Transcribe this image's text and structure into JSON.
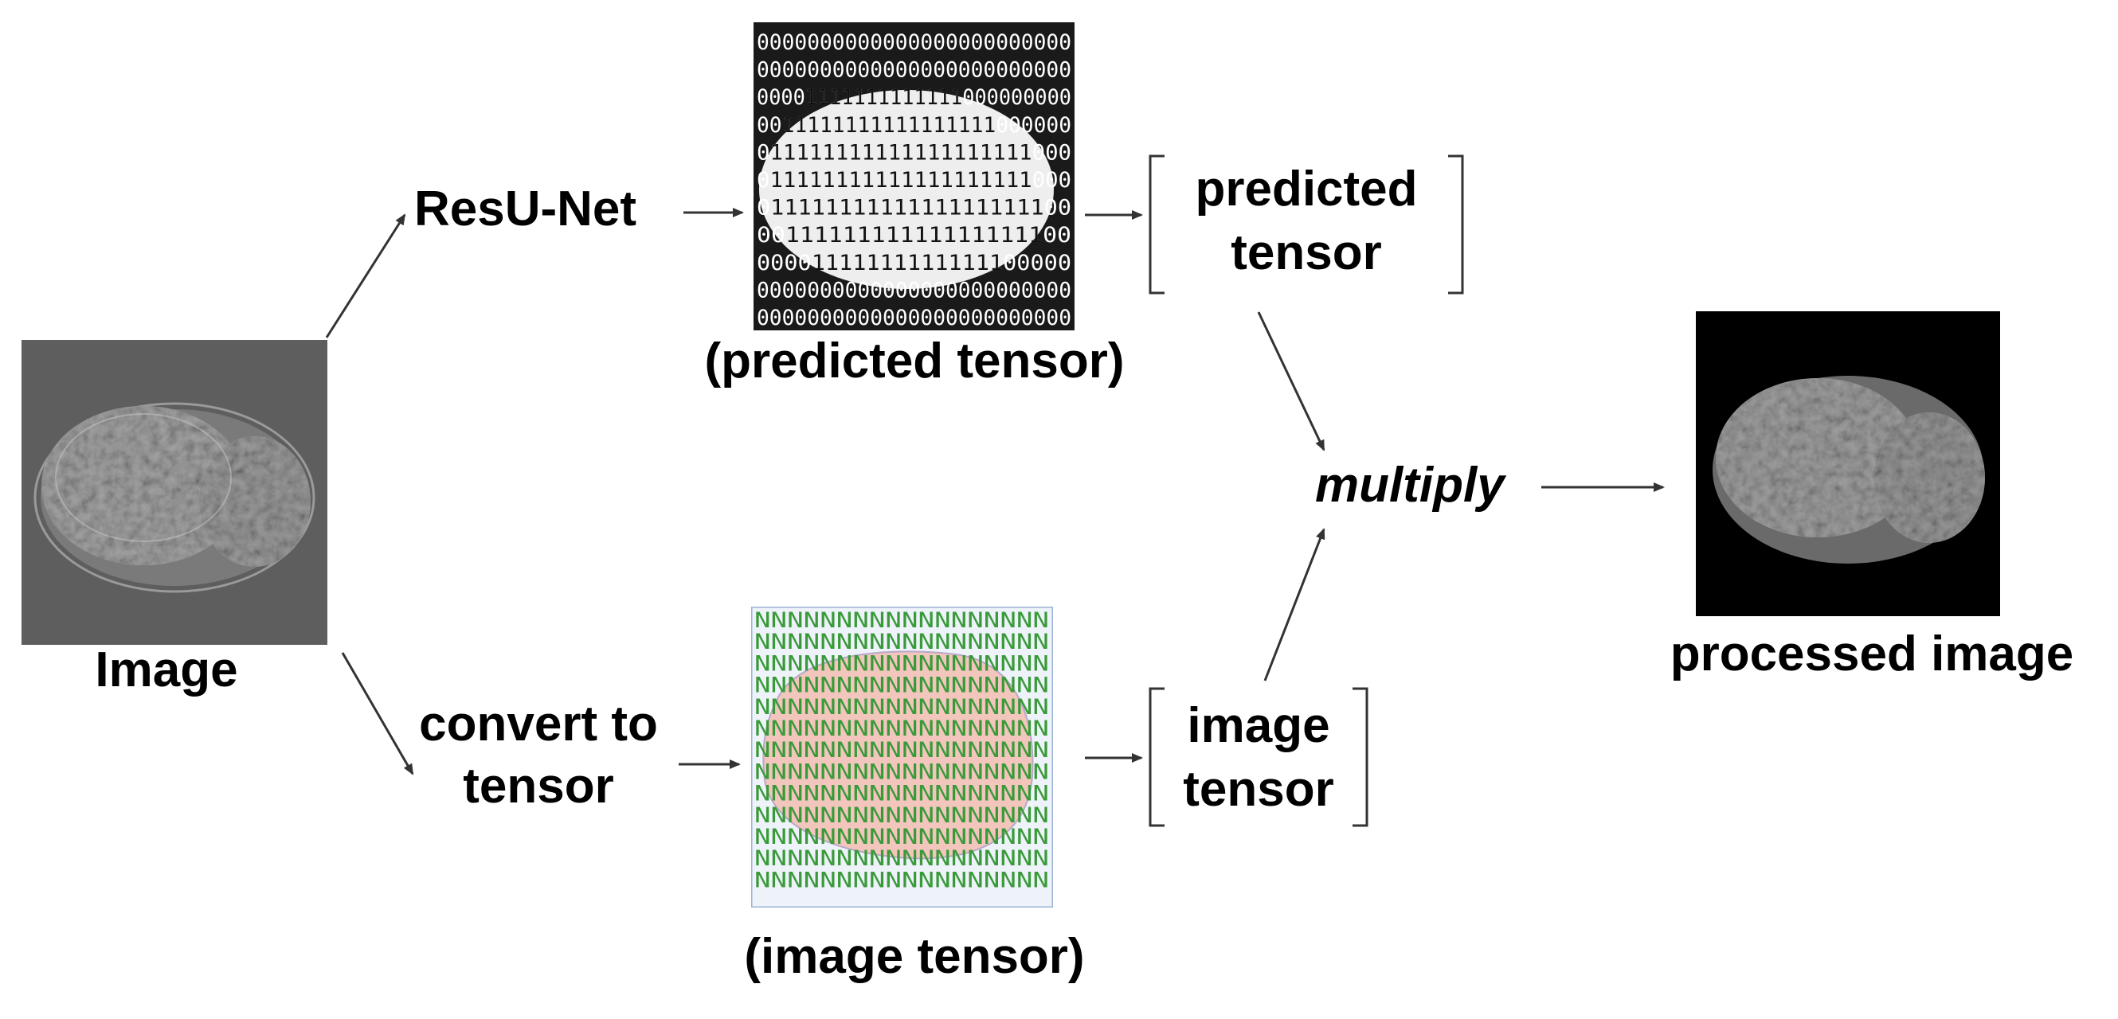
{
  "labels": {
    "input_image": "Image",
    "resunet": "ResU-Net",
    "predicted_tensor_caption": "(predicted tensor)",
    "predicted_tensor_line1": "predicted",
    "predicted_tensor_line2": "tensor",
    "convert_line1": "convert to",
    "convert_line2": "tensor",
    "image_tensor_caption": "(image tensor)",
    "image_tensor_line1": "image",
    "image_tensor_line2": "tensor",
    "multiply": "multiply",
    "processed_image": "processed image"
  },
  "matrices": {
    "predicted": {
      "rows": [
        "0000000000000000000000000",
        "0000000000000000000000000",
        "00001111111111111000000000",
        "0011111111111111111000000",
        "011111111111111111111000",
        "011111111111111111111000",
        "01111111111111111111100",
        "0011111111111111111100",
        "00001111111111111100000",
        "0000000000000000000000000",
        "0000000000000000000000000"
      ]
    },
    "image": {
      "rows": [
        "NNNNNNNNNNNNNNNNNN",
        "NNNNNNNNNNNNNNNNNN",
        "NNNNNNNNNNNNNNNNNN",
        "NNNNNNNNNNNNNNNNNN",
        "NNNNNNNNNNNNNNNNNN",
        "NNNNNNNNNNNNNNNNNN",
        "NNNNNNNNNNNNNNNNNN",
        "NNNNNNNNNNNNNNNNNN",
        "NNNNNNNNNNNNNNNNNN",
        "NNNNNNNNNNNNNNNNNN",
        "NNNNNNNNNNNNNNNNNN",
        "NNNNNNNNNNNNNNNNNN",
        "NNNNNNNNNNNNNNNNNN"
      ]
    }
  },
  "colors": {
    "mask_background": "#1a1a1a",
    "mask_blob": "#ffffff",
    "image_tensor_background": "#eef3fa",
    "image_tensor_blob": "#f3c6bd",
    "image_tensor_letters": "#3a9a3a",
    "microscopy_background": "#5e5e5e",
    "processed_background": "#000000"
  }
}
